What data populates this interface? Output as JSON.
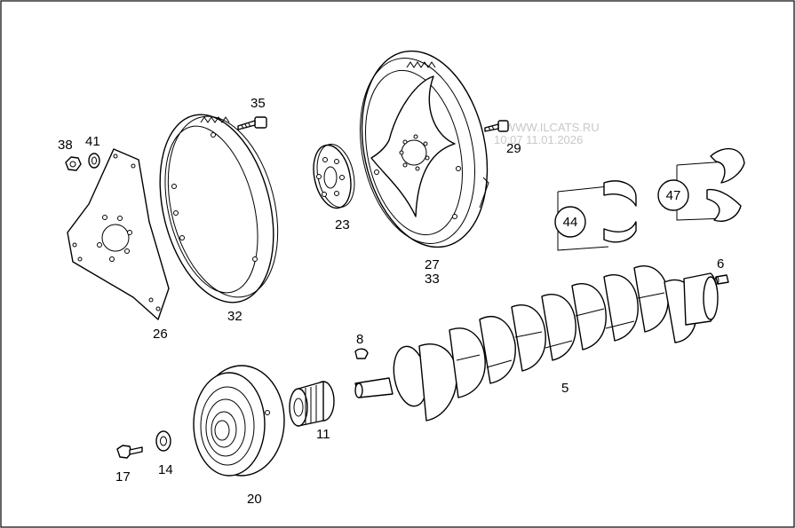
{
  "watermark": {
    "site": "WWW.ILCATS.RU",
    "stamp": "10:07 11.01.2026"
  },
  "callouts": {
    "p5": "5",
    "p6": "6",
    "p8": "8",
    "p11": "11",
    "p14": "14",
    "p17": "17",
    "p20": "20",
    "p23": "23",
    "p26": "26",
    "p27": "27",
    "p29": "29",
    "p32": "32",
    "p33": "33",
    "p35": "35",
    "p38": "38",
    "p41": "41",
    "p44": "44",
    "p47": "47"
  }
}
